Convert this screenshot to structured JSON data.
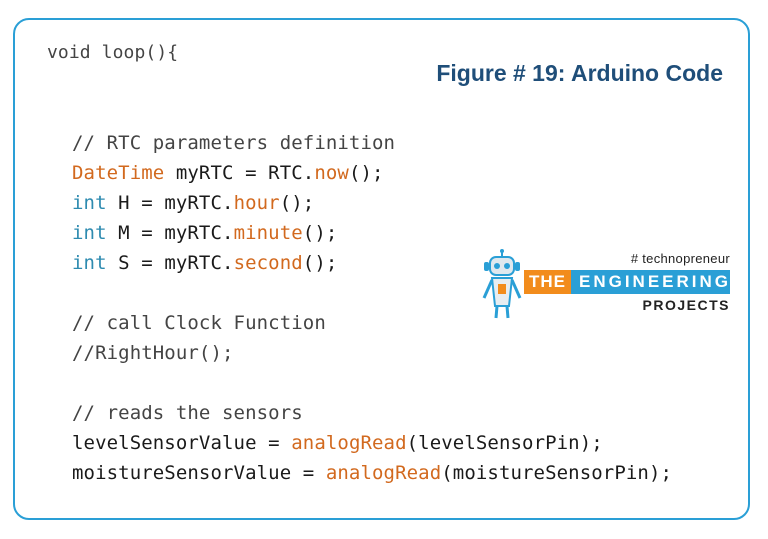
{
  "caption": "Figure # 19: Arduino Code",
  "logo": {
    "tagline": "# technopreneur",
    "the": "THE",
    "engineering": "ENGINEERING",
    "projects": "PROJECTS"
  },
  "code": {
    "header": "void loop(){",
    "c1": "// RTC parameters definition",
    "l1_type": "DateTime",
    "l1_mid": " myRTC = RTC.",
    "l1_fn": "now",
    "l1_end": "();",
    "l2_type": "int",
    "l2_mid": " H = myRTC.",
    "l2_fn": "hour",
    "l2_end": "();",
    "l3_type": "int",
    "l3_mid": " M = myRTC.",
    "l3_fn": "minute",
    "l3_end": "();",
    "l4_type": "int",
    "l4_mid": " S = myRTC.",
    "l4_fn": "second",
    "l4_end": "();",
    "c2": "// call Clock Function",
    "c3": "//RightHour();",
    "c4": "// reads the sensors",
    "l5_a": "levelSensorValue = ",
    "l5_fn": "analogRead",
    "l5_b": "(levelSensorPin);",
    "l6_a": "moistureSensorValue = ",
    "l6_fn": "analogRead",
    "l6_b": "(moistureSensorPin);"
  }
}
